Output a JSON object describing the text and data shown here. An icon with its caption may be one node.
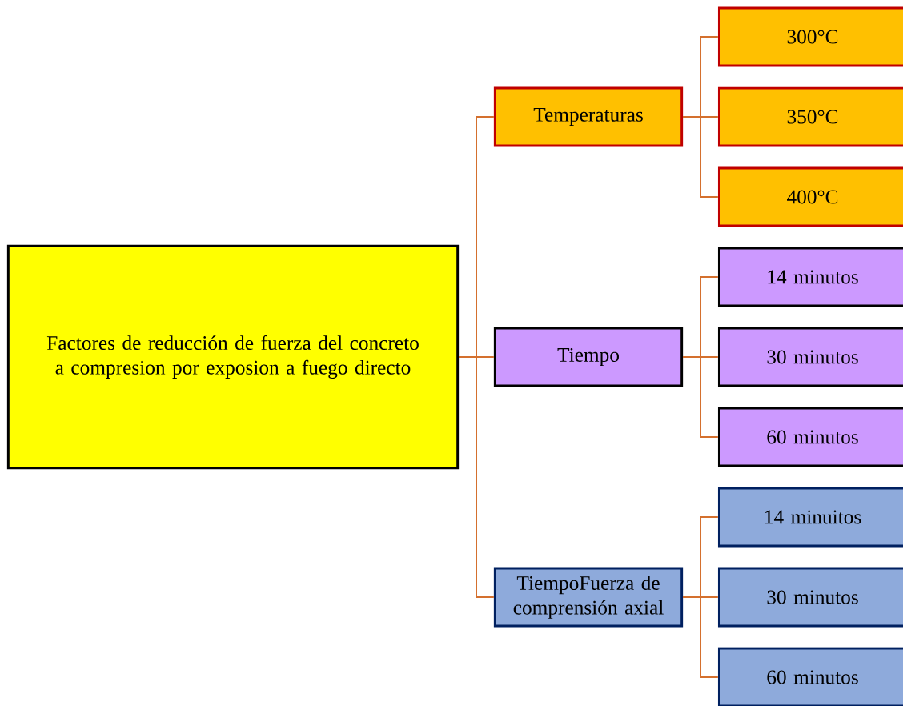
{
  "diagram": {
    "nodes": [
      {
        "text": [
          "Factores de reducción  de fuerza del concreto a compresion por exposion a fuego directo"
        ]
      },
      {
        "text": [
          "Temperaturas"
        ]
      },
      {
        "text": [
          "300°C"
        ]
      },
      {
        "text": [
          "350°C"
        ]
      },
      {
        "text": [
          "400°C"
        ]
      },
      {
        "text": [
          "Tiempo"
        ]
      },
      {
        "text": [
          "14 minutos"
        ]
      },
      {
        "text": [
          "30 minutos"
        ]
      },
      {
        "text": [
          "60 minutos"
        ]
      },
      {
        "text": [
          "TiempoFuerza de comprensión axial"
        ]
      },
      {
        "text": [
          "14 minuitos"
        ]
      },
      {
        "text": [
          "30 minutos"
        ]
      },
      {
        "text": [
          "60 minutos"
        ]
      }
    ],
    "edges": [
      {
        "from": 0,
        "to": 1,
        "arrow": "none"
      },
      {
        "from": 0,
        "to": 5,
        "arrow": "none"
      },
      {
        "from": 0,
        "to": 9,
        "arrow": "none"
      },
      {
        "from": 1,
        "to": 2,
        "arrow": "none"
      },
      {
        "from": 1,
        "to": 3,
        "arrow": "none"
      },
      {
        "from": 1,
        "to": 4,
        "arrow": "none"
      },
      {
        "from": 5,
        "to": 6,
        "arrow": "none"
      },
      {
        "from": 5,
        "to": 7,
        "arrow": "none"
      },
      {
        "from": 5,
        "to": 8,
        "arrow": "none"
      },
      {
        "from": 9,
        "to": 10,
        "arrow": "none"
      },
      {
        "from": 9,
        "to": 11,
        "arrow": "none"
      },
      {
        "from": 9,
        "to": 12,
        "arrow": "none"
      }
    ]
  }
}
